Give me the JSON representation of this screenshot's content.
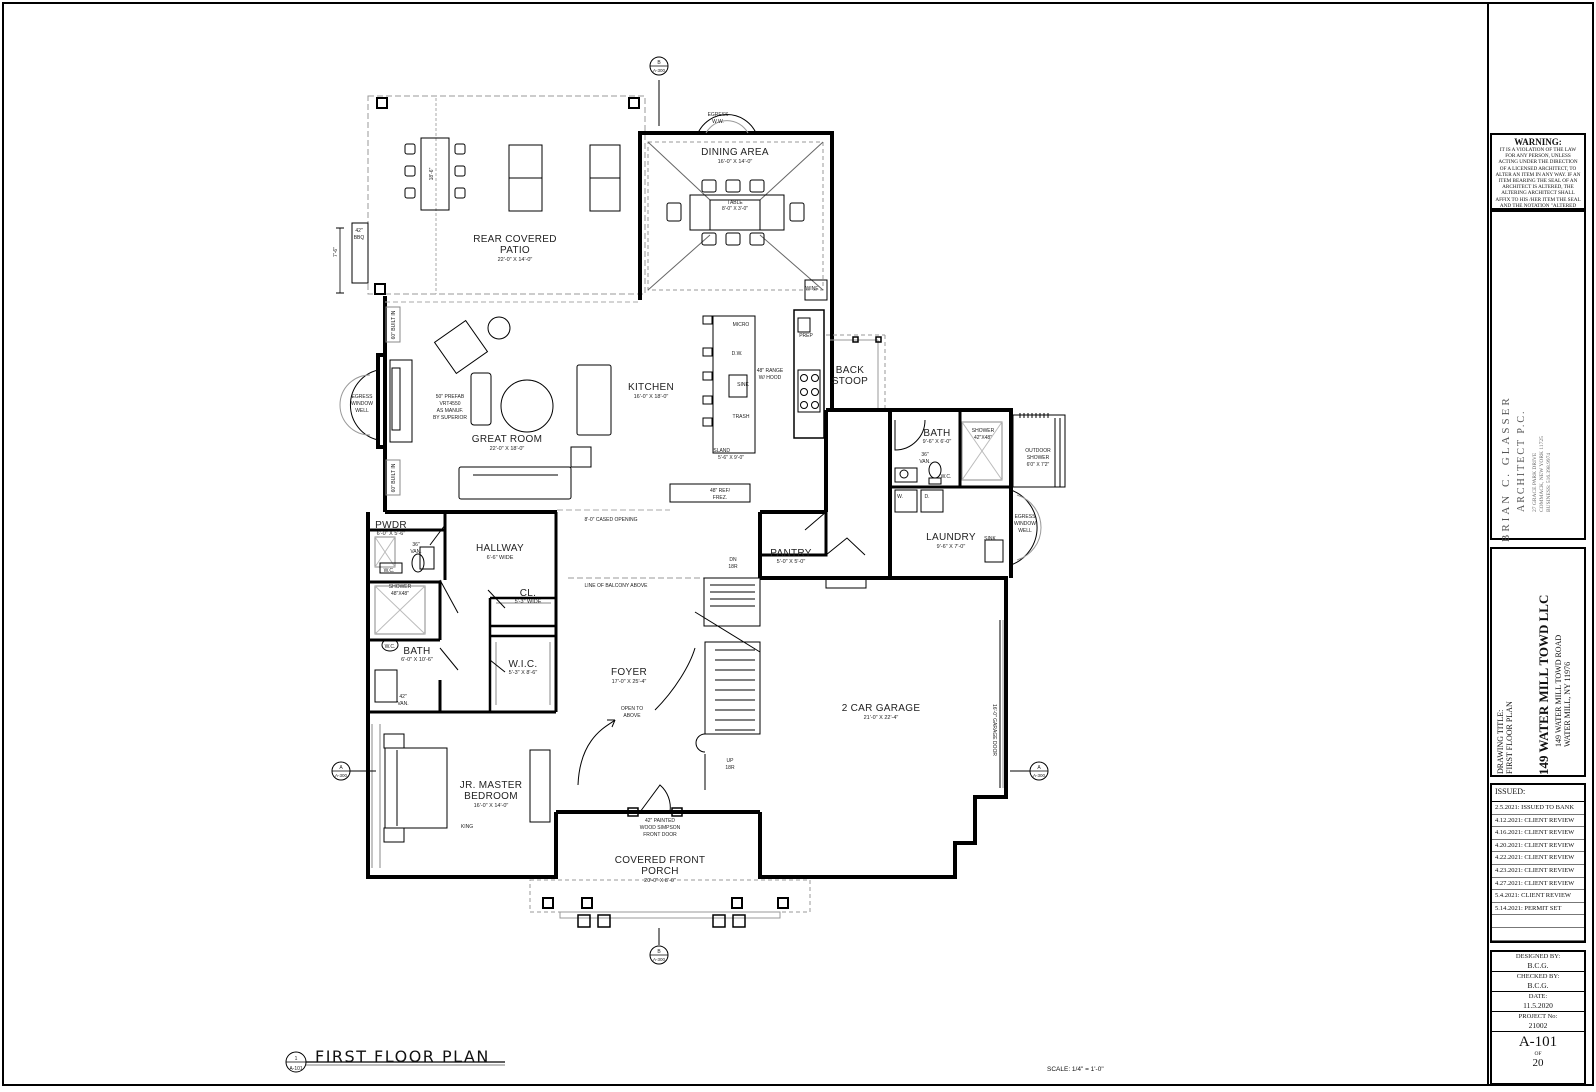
{
  "sheet": {
    "drawing_title": "FIRST FLOOR PLAN",
    "scale": "SCALE: 1/4\" = 1'-0\"",
    "view_ref_number": "1",
    "view_ref_sheet": "A-101"
  },
  "section_markers": {
    "top": {
      "letter": "B",
      "sheet": "A-300"
    },
    "bottom": {
      "letter": "B",
      "sheet": "A-300"
    },
    "left": {
      "letter": "A",
      "sheet": "A-300"
    },
    "right": {
      "letter": "A",
      "sheet": "A-300"
    }
  },
  "rooms": {
    "rear_patio": {
      "name_1": "REAR COVERED",
      "name_2": "PATIO",
      "dim": "22'-0\" X 14'-0\""
    },
    "dining": {
      "name": "DINING AREA",
      "dim": "16'-0\" X 14'-0\"",
      "table": "TABLE",
      "table_dim": "8'-0\" X 3'-0\""
    },
    "great_room": {
      "name": "GREAT ROOM",
      "dim": "22'-0\" X 18'-0\""
    },
    "kitchen": {
      "name": "KITCHEN",
      "dim": "16'-0\" X 18'-0\""
    },
    "island": {
      "name": "ISLAND",
      "dim": "5'-6\" X 9'-0\""
    },
    "back_stoop": {
      "name_1": "BACK",
      "name_2": "STOOP"
    },
    "bath_upper": {
      "name": "BATH",
      "dim": "9'-6\" X 6'-0\""
    },
    "laundry": {
      "name": "LAUNDRY",
      "dim": "9'-6\" X 7'-0\""
    },
    "pantry": {
      "name": "PANTRY",
      "dim": "5'-0\" X 5'-0\""
    },
    "pwdr": {
      "name": "PWDR",
      "dim": "6'-0\" X 5'-6\""
    },
    "hallway": {
      "name": "HALLWAY",
      "dim": "6'-6\" WIDE"
    },
    "closet": {
      "name": "CL.",
      "dim": "5'-3\" WIDE"
    },
    "wic": {
      "name": "W.I.C.",
      "dim": "5'-3\" X 8'-6\""
    },
    "bath_lower": {
      "name": "BATH",
      "dim": "6'-0\" X 10'-6\""
    },
    "foyer": {
      "name": "FOYER",
      "dim": "17'-0\" X 25'-4\""
    },
    "jr_master": {
      "name_1": "JR. MASTER",
      "name_2": "BEDROOM",
      "dim": "16'-0\" X 14'-0\""
    },
    "garage": {
      "name": "2 CAR GARAGE",
      "dim": "21'-0\" X 22'-4\""
    },
    "front_porch": {
      "name_1": "COVERED FRONT",
      "name_2": "PORCH",
      "dim": "20'-0\" X 8'-0\""
    }
  },
  "notes": {
    "egress_top_1": "EGRESS",
    "egress_top_2": "W.W.",
    "bbq_1": "42\"",
    "bbq_2": "BBQ",
    "patio_dim_v": "7'-6\"",
    "patio_table_dim": "18'-6\"",
    "built_in_top": "60\" BUILT IN",
    "built_in_bottom": "60\" BUILT IN",
    "egress_left_1": "EGRESS",
    "egress_left_2": "WINDOW",
    "egress_left_3": "WELL",
    "fireplace_1": "50\" PREFAB",
    "fireplace_2": "VRT4550",
    "fireplace_3": "AS MANUF.",
    "fireplace_4": "BY SUPERIOR",
    "micro": "MICRO",
    "dw": "D.W.",
    "sink": "SINK",
    "trash": "TRASH",
    "range_1": "48\" RANGE",
    "range_2": "W/ HOOD",
    "wine": "WINE",
    "prep": "PREP",
    "ref_1": "48\" REF/",
    "ref_2": "FREZ.",
    "cased_opening": "8'-0\" CASED OPENING",
    "shower_upper_1": "SHOWER",
    "shower_upper_2": "42\"X48\"",
    "van_upper_1": "36\"",
    "van_upper_2": "VAN.",
    "wc": "W.C.",
    "outdoor_shower_1": "OUTDOOR",
    "outdoor_shower_2": "SHOWER",
    "outdoor_shower_3": "6'0\" X 7'2\"",
    "w": "W.",
    "d": "D.",
    "laundry_sink": "SINK",
    "egress_right_1": "EGRESS",
    "egress_right_2": "WINDOW",
    "egress_right_3": "WELL",
    "dn_1": "DN",
    "dn_2": "18R",
    "up_1": "UP",
    "up_2": "18R",
    "balcony": "LINE OF BALCONY ABOVE",
    "open_1": "OPEN TO",
    "open_2": "ABOVE",
    "door_1": "42\" PAINTED",
    "door_2": "WOOD SIMPSON",
    "door_3": "FRONT DOOR",
    "pwdr_van_1": "36\"",
    "pwdr_van_2": "VAN.",
    "pwdr_wc": "W.C.",
    "shower_lower_1": "SHOWER",
    "shower_lower_2": "48\"X48\"",
    "bath_wc": "W.C.",
    "bath_van_1": "42\"",
    "bath_van_2": "VAN.",
    "king": "KING",
    "garage_door": "16'-0\" GARAGE DOOR"
  },
  "title_block": {
    "warning_title": "WARNING:",
    "warning_text": "IT IS A VIOLATION OF THE LAW FOR ANY PERSON, UNLESS ACTING UNDER THE DIRECTION OF A LICENSED ARCHITECT, TO ALTER AN ITEM IN ANY WAY. IF AN ITEM BEARING THE SEAL OF AN ARCHITECT IS ALTERED, THE ALTERING ARCHITECT SHALL AFFIX TO HIS /HER ITEM THE SEAL AND THE NOTATION \"ALTERED BY\" FOLLOWED BY HIS /HER SIGNATURE AND THE DATE OF SUCH ALTERATION, AND A SPECIFIC DESCRIPTION OF THE ALTERATION",
    "architect_name": "BRIAN C. GLASSER",
    "architect_firm": "ARCHITECT P.C.",
    "architect_addr_1": "27 GRACE PARK DRIVE",
    "architect_addr_2": "COMMACK, NEW YORK 11725",
    "architect_addr_3": "BUSINESS: 516.398.9974",
    "drawing_title_label": "DRAWING TITLE:",
    "drawing_title_value": "FIRST FLOOR PLAN",
    "project_name": "149 WATER MILL TOWD LLC",
    "project_addr_1": "149 WATER MILL TOWD ROAD",
    "project_addr_2": "WATER MILL, NY 11976",
    "issued_label": "ISSUED:",
    "issued": [
      "2.5.2021: ISSUED TO BANK",
      "4.12.2021: CLIENT REVIEW",
      "4.16.2021: CLIENT REVIEW",
      "4.20.2021: CLIENT REVIEW",
      "4.22.2021: CLIENT REVIEW",
      "4.23.2021: CLIENT REVIEW",
      "4.27.2021: CLIENT REVIEW",
      "5.4.2021: CLIENT REVIEW",
      "5.14.2021: PERMIT SET"
    ],
    "designed_by_label": "DESIGNED BY:",
    "designed_by": "B.C.G.",
    "checked_by_label": "CHECKED BY:",
    "checked_by": "B.C.G.",
    "date_label": "DATE:",
    "date": "11.5.2020",
    "project_no_label": "PROJECT No:",
    "project_no": "21002",
    "sheet_number": "A-101",
    "of_label": "OF",
    "sheet_total": "20"
  }
}
